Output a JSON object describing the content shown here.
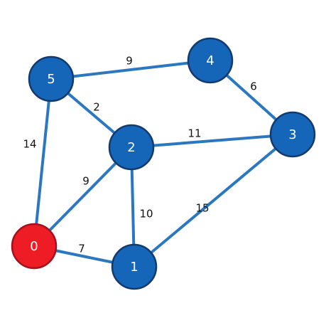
{
  "graph": {
    "colors": {
      "edge": "#2b78c0",
      "node_fill": "#1565b8",
      "node_stroke": "#123a6e",
      "highlight_fill": "#ee1c25",
      "highlight_stroke": "#a3121a",
      "node_text": "#ffffff",
      "weight_text": "#111111"
    },
    "nodes": [
      {
        "id": "0",
        "label": "0",
        "highlighted": true
      },
      {
        "id": "1",
        "label": "1",
        "highlighted": false
      },
      {
        "id": "2",
        "label": "2",
        "highlighted": false
      },
      {
        "id": "3",
        "label": "3",
        "highlighted": false
      },
      {
        "id": "4",
        "label": "4",
        "highlighted": false
      },
      {
        "id": "5",
        "label": "5",
        "highlighted": false
      }
    ],
    "edges": [
      {
        "from": "5",
        "to": "4",
        "weight": "9"
      },
      {
        "from": "4",
        "to": "3",
        "weight": "6"
      },
      {
        "from": "5",
        "to": "2",
        "weight": "2"
      },
      {
        "from": "2",
        "to": "3",
        "weight": "11"
      },
      {
        "from": "5",
        "to": "0",
        "weight": "14"
      },
      {
        "from": "0",
        "to": "2",
        "weight": "9"
      },
      {
        "from": "2",
        "to": "1",
        "weight": "10"
      },
      {
        "from": "1",
        "to": "3",
        "weight": "15"
      },
      {
        "from": "0",
        "to": "1",
        "weight": "7"
      }
    ]
  }
}
